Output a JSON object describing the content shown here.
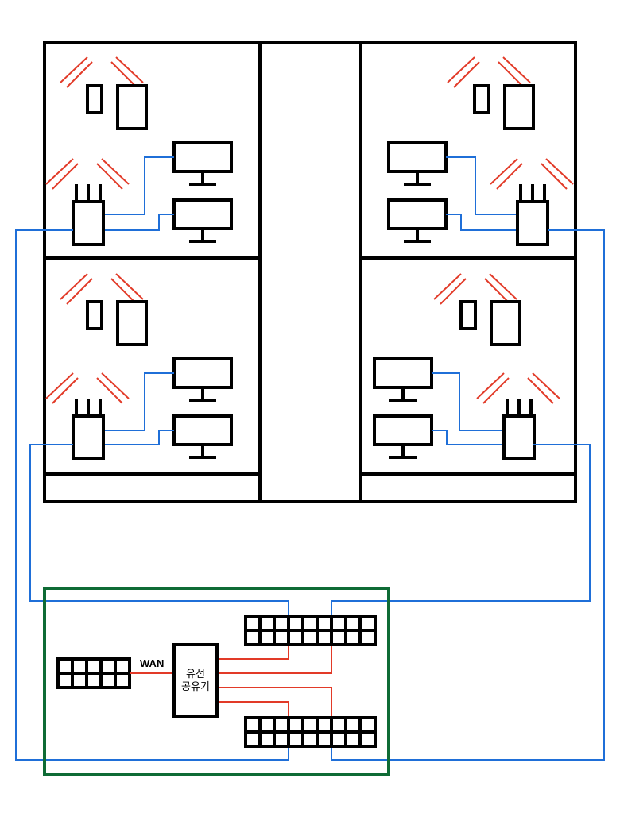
{
  "router": {
    "line1": "유선",
    "line2": "공유기"
  },
  "wan_label": "WAN",
  "colors": {
    "lan": "#1f6fd8",
    "uplink": "#e23a28",
    "rack": "#0f6b35"
  }
}
